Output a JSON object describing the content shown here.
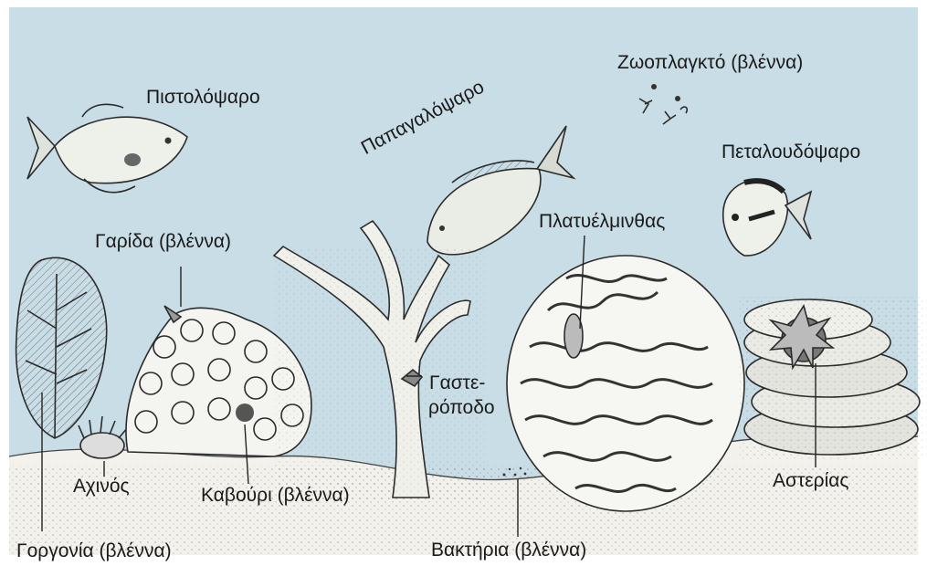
{
  "labels": {
    "trigger_fish": "Πιστολόψαρο",
    "zooplankton": "Ζωοπλαγκτό (βλέννα)",
    "parrotfish": "Παπαγαλόψαρο",
    "butterflyfish": "Πεταλουδόψαρο",
    "shrimp": "Γαρίδα (βλέννα)",
    "flatworm": "Πλατυέλμινθας",
    "gastropod_line1": "Γαστε-",
    "gastropod_line2": "ρόποδο",
    "sea_urchin": "Αχινός",
    "crab": "Καβούρι (βλέννα)",
    "starfish": "Αστερίας",
    "gorgonian": "Γοργονία (βλέννα)",
    "bacteria": "Βακτήρια (βλέννα)"
  },
  "colors": {
    "water": "#c9dde6",
    "sand": "#f2f1ec",
    "ink": "#2b2b2b",
    "frame": "#ffffff"
  }
}
